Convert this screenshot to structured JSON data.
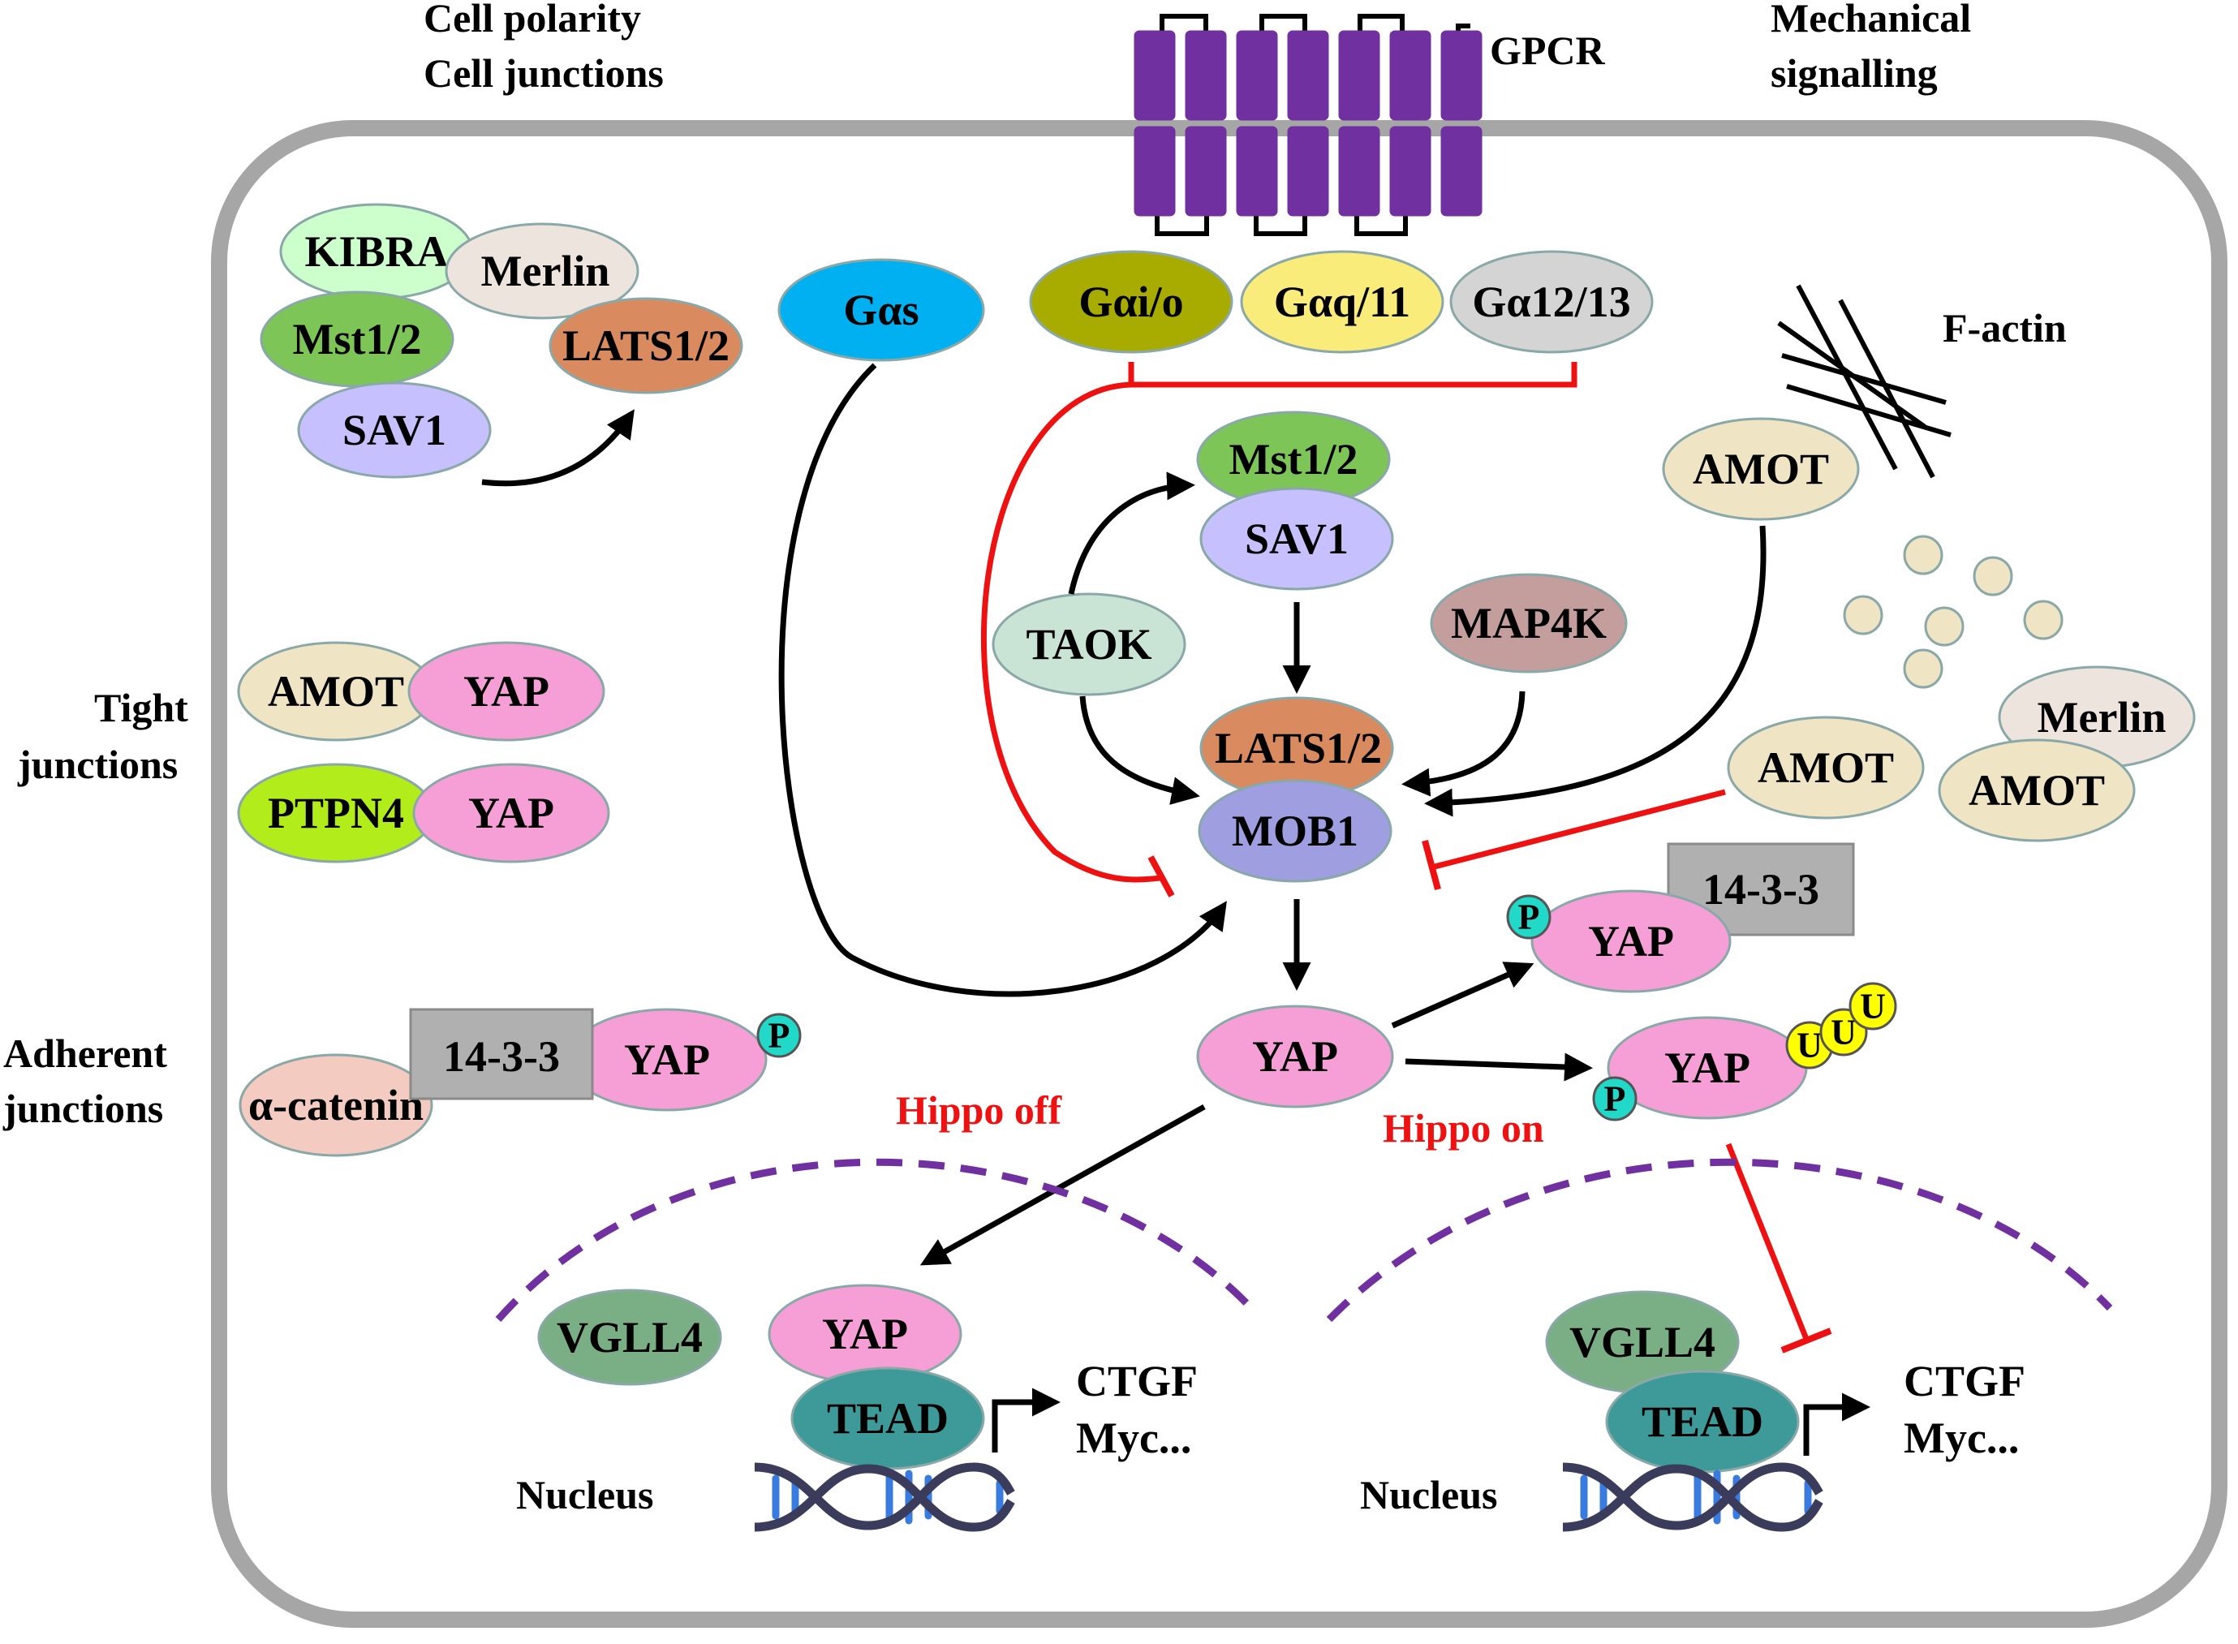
{
  "labels": {
    "cell_polarity": "Cell polarity",
    "cell_junctions": "Cell junctions",
    "gpcr": "GPCR",
    "mechanical": "Mechanical",
    "signalling": "signalling",
    "f_actin": "F-actin",
    "tight_junctions_1": "Tight",
    "tight_junctions_2": "junctions",
    "adherent_junctions_1": "Adherent",
    "adherent_junctions_2": "junctions",
    "hippo_off": "Hippo off",
    "hippo_on": "Hippo on",
    "nucleus": "Nucleus",
    "targets_1": "CTGF",
    "targets_2": "Myc..."
  },
  "proteins": {
    "kibra": "KIBRA",
    "merlin": "Merlin",
    "mst": "Mst1/2",
    "lats": "LATS1/2",
    "sav1": "SAV1",
    "amot": "AMOT",
    "yap": "YAP",
    "ptpn4": "PTPN4",
    "fourteen_three_three": "14-3-3",
    "alpha_catenin": "α-catenin",
    "phospho": "P",
    "ubiquitin": "U",
    "gas": "Gαs",
    "gaio": "Gαi/o",
    "gaq": "Gαq/11",
    "ga12": "Gα12/13",
    "taok": "TAOK",
    "map4k": "MAP4K",
    "mob1": "MOB1",
    "vgll4": "VGLL4",
    "tead": "TEAD"
  },
  "colors": {
    "cell_border": "#a6a6a6",
    "gpcr": "#7030a0",
    "inhibition": "#ee1111",
    "activation": "#000000",
    "nuclear_membrane": "#7030a0",
    "kibra": "#ccffcc",
    "merlin": "#eee4de",
    "mst": "#7dc557",
    "lats": "#d98b5f",
    "sav1": "#c6c0ff",
    "amot": "#efe4c4",
    "yap": "#f59fd6",
    "ptpn4": "#b2ec1b",
    "fourteen_three_three": "#b0b0b0",
    "alpha_catenin": "#f3cbc0",
    "phospho": "#22d8c8",
    "ubiquitin": "#ffff00",
    "gas": "#00b0f0",
    "gaio": "#a9ac00",
    "gaq": "#f9ec7a",
    "ga12": "#d4d4d4",
    "taok": "#c9e3d4",
    "map4k": "#c49d9d",
    "mob1": "#9e9ee0",
    "vgll4": "#7aaf85",
    "tead": "#3d9a99",
    "dna_strand": "#3b3b5c",
    "dna_rung": "#3a7be0",
    "vesicle": "#efe4c4"
  }
}
